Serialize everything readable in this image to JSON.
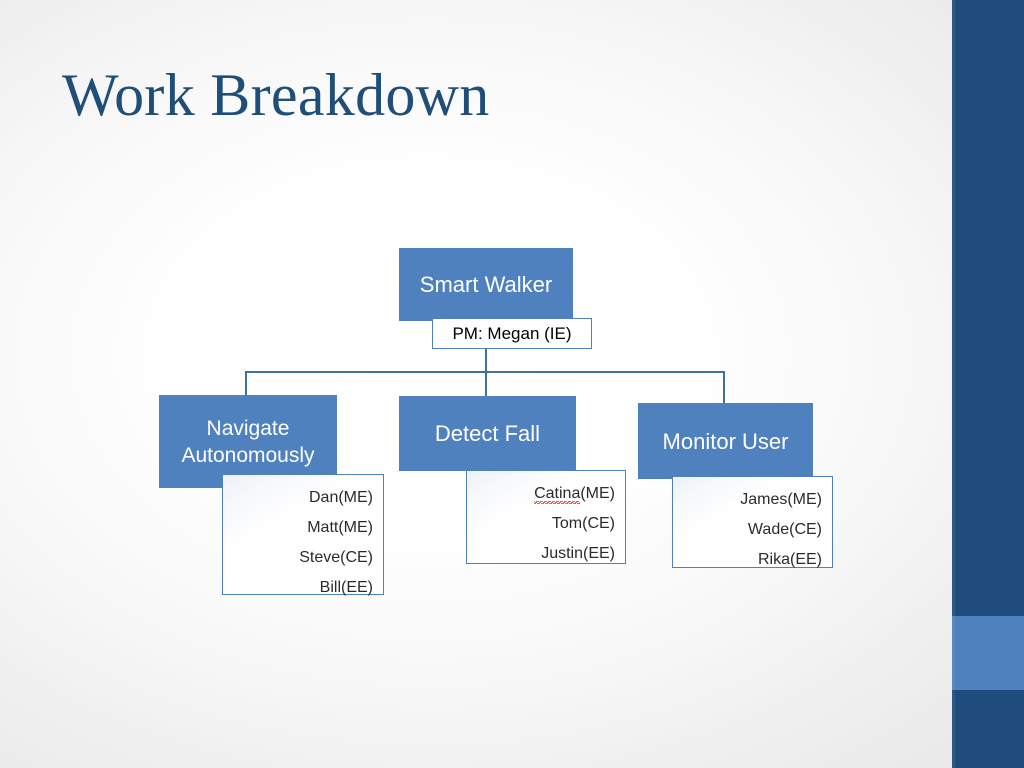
{
  "slide": {
    "title": "Work Breakdown",
    "title_color": "#1f4e79",
    "background_edge_color": "#e9e9e9",
    "background_center_color": "#ffffff"
  },
  "sidebar": {
    "band_dark_color": "#1f4b7d",
    "band_accent_color": "#4e81bd"
  },
  "chart_data": {
    "type": "org-chart",
    "node_fill_color": "#4e81bd",
    "node_text_color": "#ffffff",
    "connector_color": "#41719c",
    "box_border_color": "#4e81bd",
    "root": {
      "label": "Smart Walker",
      "assistant": {
        "label": "PM: Megan (IE)",
        "role": "PM",
        "name": "Megan",
        "discipline": "IE"
      }
    },
    "children": [
      {
        "label": "Navigate\nAutonomously",
        "members": [
          {
            "text": "Dan(ME)",
            "name": "Dan",
            "discipline": "ME",
            "misspelled": false
          },
          {
            "text": "Matt(ME)",
            "name": "Matt",
            "discipline": "ME",
            "misspelled": false
          },
          {
            "text": "Steve(CE)",
            "name": "Steve",
            "discipline": "CE",
            "misspelled": false
          },
          {
            "text": "Bill(EE)",
            "name": "Bill",
            "discipline": "EE",
            "misspelled": false
          }
        ]
      },
      {
        "label": "Detect Fall",
        "members": [
          {
            "text": "Catina(ME)",
            "name": "Catina",
            "discipline": "ME",
            "misspelled": true
          },
          {
            "text": "Tom(CE)",
            "name": "Tom",
            "discipline": "CE",
            "misspelled": false
          },
          {
            "text": "Justin(EE)",
            "name": "Justin",
            "discipline": "EE",
            "misspelled": false
          }
        ]
      },
      {
        "label": "Monitor User",
        "members": [
          {
            "text": "James(ME)",
            "name": "James",
            "discipline": "ME",
            "misspelled": false
          },
          {
            "text": "Wade(CE)",
            "name": "Wade",
            "discipline": "CE",
            "misspelled": false
          },
          {
            "text": "Rika(EE)",
            "name": "Rika",
            "discipline": "EE",
            "misspelled": false
          }
        ]
      }
    ]
  }
}
